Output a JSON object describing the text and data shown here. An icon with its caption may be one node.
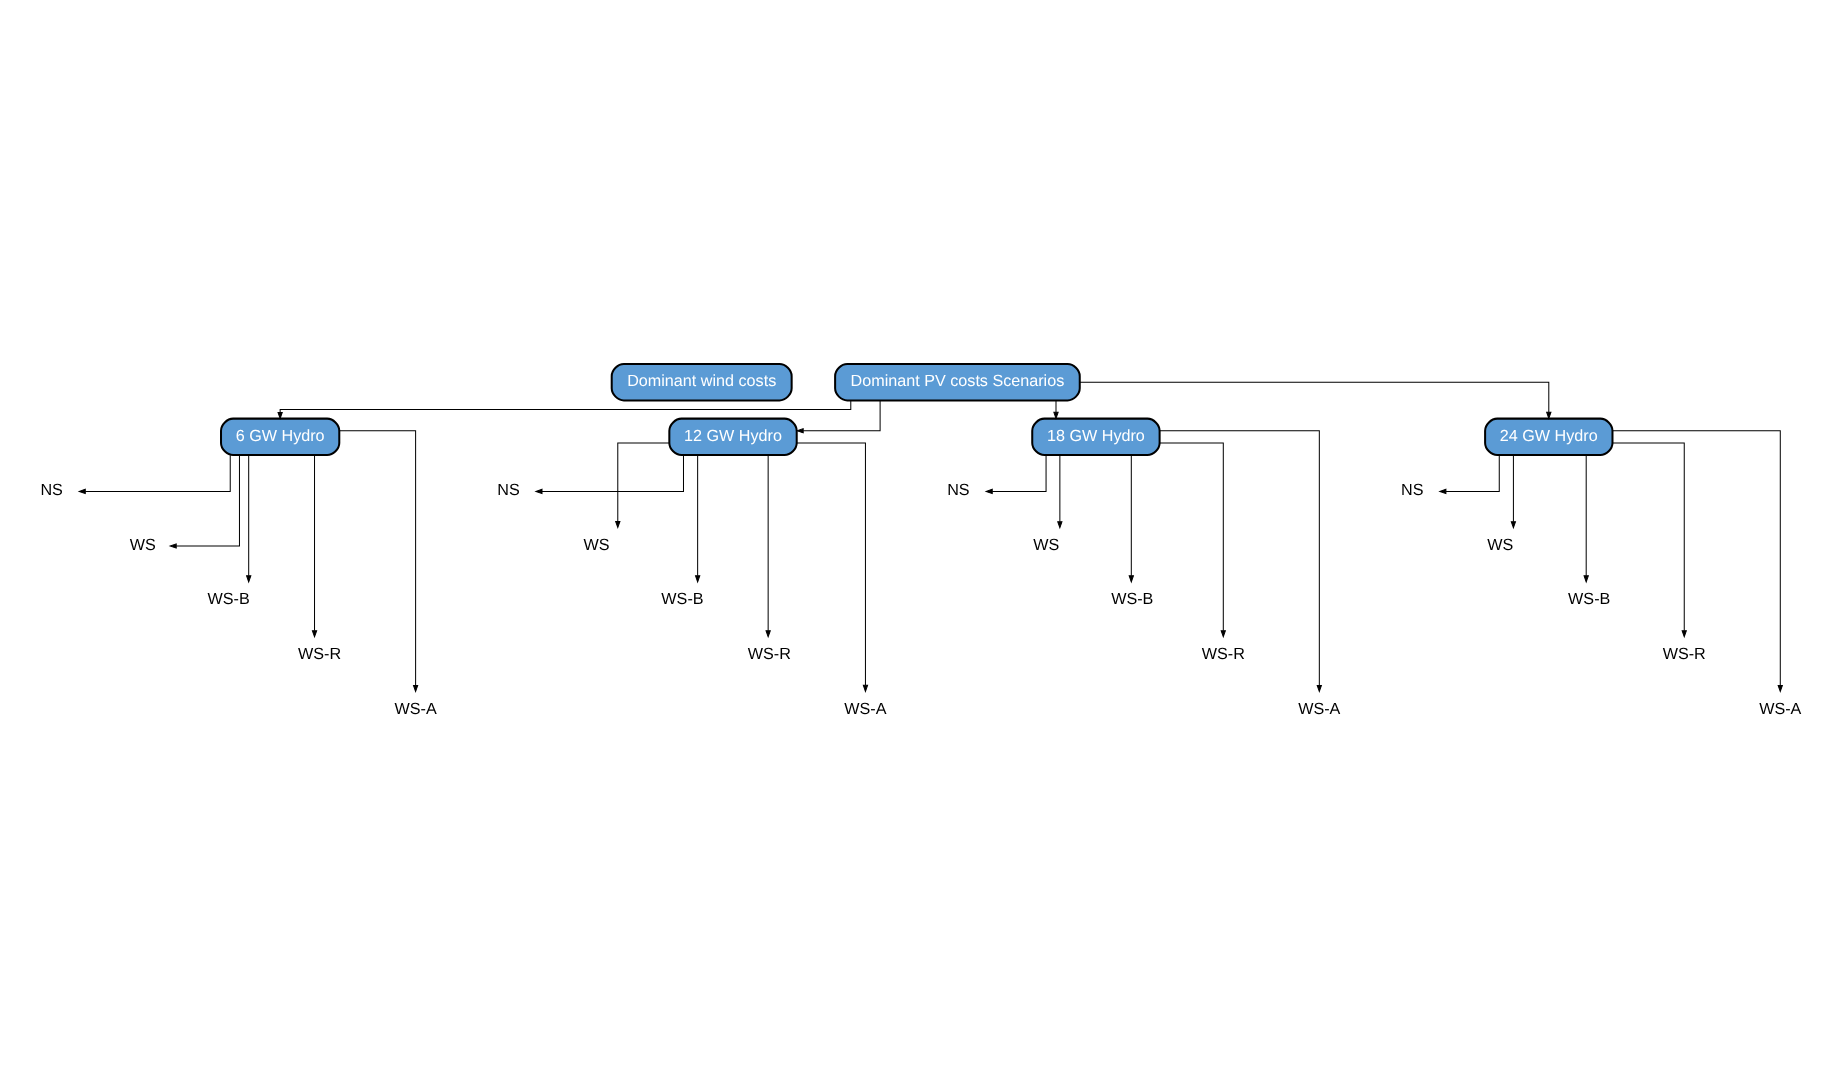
{
  "diagram": {
    "nodes": [
      {
        "text": [
          "Dominant wind costs"
        ]
      },
      {
        "text": [
          "Dominant PV costs Scenarios"
        ]
      },
      {
        "text": [
          "6 GW Hydro"
        ]
      },
      {
        "text": [
          "12 GW Hydro"
        ]
      },
      {
        "text": [
          "18 GW Hydro"
        ]
      },
      {
        "text": [
          "24 GW Hydro"
        ]
      },
      {
        "text": [
          "NS"
        ]
      },
      {
        "text": [
          "WS"
        ]
      },
      {
        "text": [
          "WS-B"
        ]
      },
      {
        "text": [
          "WS-R"
        ]
      },
      {
        "text": [
          "WS-A"
        ]
      },
      {
        "text": [
          "NS"
        ]
      },
      {
        "text": [
          "WS"
        ]
      },
      {
        "text": [
          "WS-B"
        ]
      },
      {
        "text": [
          "WS-R"
        ]
      },
      {
        "text": [
          "WS-A"
        ]
      },
      {
        "text": [
          "NS"
        ]
      },
      {
        "text": [
          "WS"
        ]
      },
      {
        "text": [
          "WS-B"
        ]
      },
      {
        "text": [
          "WS-R"
        ]
      },
      {
        "text": [
          "WS-A"
        ]
      },
      {
        "text": [
          "NS"
        ]
      },
      {
        "text": [
          "WS"
        ]
      },
      {
        "text": [
          "WS-B"
        ]
      },
      {
        "text": [
          "WS-R"
        ]
      },
      {
        "text": [
          "WS-A"
        ]
      }
    ],
    "edges": [
      {
        "from": 1,
        "to": 2,
        "arrow": "to"
      },
      {
        "from": 1,
        "to": 3,
        "arrow": "to"
      },
      {
        "from": 1,
        "to": 4,
        "arrow": "to"
      },
      {
        "from": 1,
        "to": 5,
        "arrow": "to"
      },
      {
        "from": 2,
        "to": 6,
        "arrow": "to"
      },
      {
        "from": 2,
        "to": 7,
        "arrow": "to"
      },
      {
        "from": 2,
        "to": 8,
        "arrow": "to"
      },
      {
        "from": 2,
        "to": 9,
        "arrow": "to"
      },
      {
        "from": 2,
        "to": 10,
        "arrow": "to"
      },
      {
        "from": 3,
        "to": 11,
        "arrow": "to"
      },
      {
        "from": 3,
        "to": 12,
        "arrow": "to"
      },
      {
        "from": 3,
        "to": 13,
        "arrow": "to"
      },
      {
        "from": 3,
        "to": 14,
        "arrow": "to"
      },
      {
        "from": 3,
        "to": 15,
        "arrow": "to"
      },
      {
        "from": 4,
        "to": 16,
        "arrow": "to"
      },
      {
        "from": 4,
        "to": 17,
        "arrow": "to"
      },
      {
        "from": 4,
        "to": 18,
        "arrow": "to"
      },
      {
        "from": 4,
        "to": 19,
        "arrow": "to"
      },
      {
        "from": 4,
        "to": 20,
        "arrow": "to"
      },
      {
        "from": 5,
        "to": 21,
        "arrow": "to"
      },
      {
        "from": 5,
        "to": 22,
        "arrow": "to"
      },
      {
        "from": 5,
        "to": 23,
        "arrow": "to"
      },
      {
        "from": 5,
        "to": 24,
        "arrow": "to"
      },
      {
        "from": 5,
        "to": 25,
        "arrow": "to"
      }
    ]
  }
}
